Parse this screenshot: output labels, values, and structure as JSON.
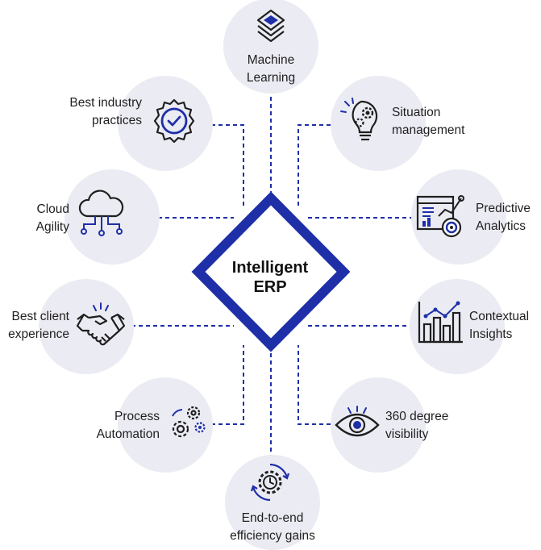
{
  "center": {
    "line1": "Intelligent",
    "line2": "ERP"
  },
  "nodes": {
    "machine_learning": {
      "line1": "Machine",
      "line2": "Learning",
      "icon": "layers-icon"
    },
    "situation": {
      "line1": "Situation",
      "line2": "management",
      "icon": "lightbulb-gears-icon"
    },
    "predictive": {
      "line1": "Predictive",
      "line2": "Analytics",
      "icon": "analytics-dashboard-icon"
    },
    "contextual": {
      "line1": "Contextual",
      "line2": "Insights",
      "icon": "bar-chart-icon"
    },
    "visibility": {
      "line1": "360 degree",
      "line2": "visibility",
      "icon": "eye-icon"
    },
    "efficiency": {
      "line1": "End-to-end",
      "line2": "efficiency gains",
      "icon": "gear-clock-icon"
    },
    "process": {
      "line1": "Process",
      "line2": "Automation",
      "icon": "gears-icon"
    },
    "client": {
      "line1": "Best client",
      "line2": "experience",
      "icon": "handshake-icon"
    },
    "cloud": {
      "line1": "Cloud",
      "line2": "Agility",
      "icon": "cloud-network-icon"
    },
    "industry": {
      "line1": "Best industry",
      "line2": "practices",
      "icon": "badge-check-icon"
    }
  },
  "colors": {
    "accent": "#1e2fa8",
    "circle": "#ebebf3",
    "line": "#1e2fa8",
    "text": "#1f1f1f"
  }
}
